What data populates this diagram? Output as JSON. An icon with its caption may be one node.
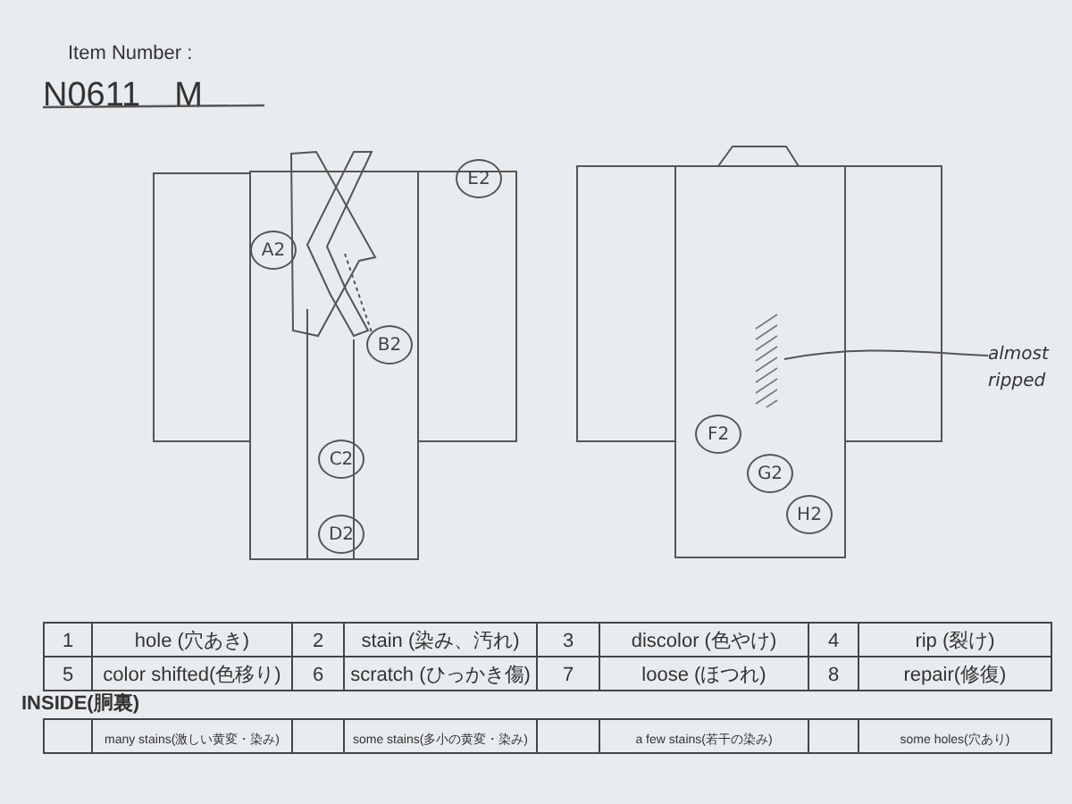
{
  "diagram": {
    "nodes": [
      {
        "text": [
          "A2"
        ]
      },
      {
        "text": [
          "B2"
        ]
      },
      {
        "text": [
          "C2"
        ]
      },
      {
        "text": [
          "D2"
        ]
      },
      {
        "text": [
          "E2"
        ]
      },
      {
        "text": [
          "F2"
        ]
      },
      {
        "text": [
          "G2"
        ]
      },
      {
        "text": [
          "H2"
        ]
      },
      {
        "text": [
          "almost ripped"
        ]
      },
      {
        "text": [],
        "shape": "picture"
      }
    ],
    "edges": [
      {
        "from": 8,
        "to": 9,
        "arrow": "none"
      }
    ],
    "labels": [
      "Item Number :",
      "N0611　M",
      "1",
      "hole (穴あき)",
      "2",
      "stain (染み、汚れ)",
      "3",
      "discolor (色やけ)",
      "4",
      "rip (裂け)",
      "5",
      "color shifted(色移り)",
      "6",
      "scratch (ひっかき傷)",
      "7",
      "loose (ほつれ)",
      "8",
      "repair(修復)",
      "INSIDE(胴裏)",
      "many stains(激しい黄変・染み)",
      "some stains(多小の黄変・染み)",
      "a few stains(若干の染み)",
      "some holes(穴あり)"
    ]
  }
}
